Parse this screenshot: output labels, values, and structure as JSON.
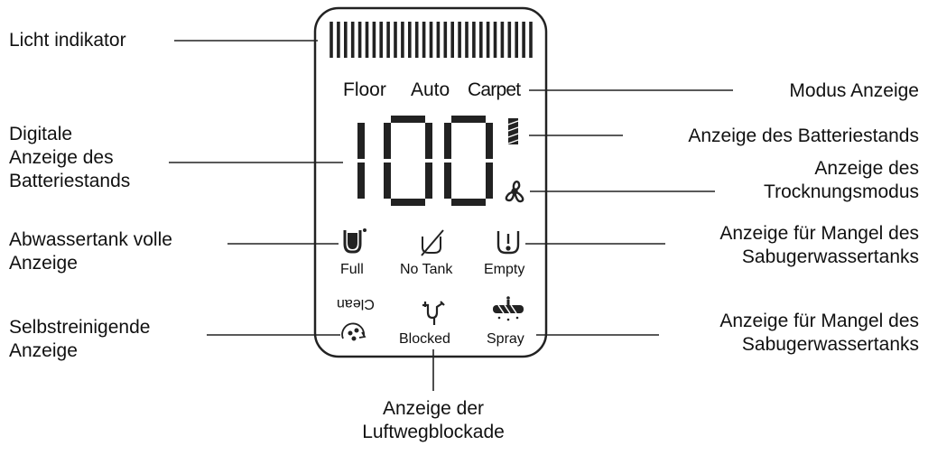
{
  "callouts": {
    "light_indicator": [
      "Licht indikator"
    ],
    "digital_battery": [
      "Digitale",
      "Anzeige des",
      "Batteriestands"
    ],
    "wastewater_full": [
      "Abwassertank volle",
      "Anzeige"
    ],
    "self_cleaning": [
      "Selbstreinigende",
      "Anzeige"
    ],
    "mode": [
      "Modus Anzeige"
    ],
    "battery_level": [
      "Anzeige des Batteriestands"
    ],
    "drying_mode": [
      "Anzeige des",
      "Trocknungsmodus"
    ],
    "water_shortage_1": [
      "Anzeige für Mangel des",
      "Sabugerwassertanks"
    ],
    "water_shortage_2": [
      "Anzeige für Mangel des",
      "Sabugerwassertanks"
    ],
    "airway_blockage": [
      "Anzeige der",
      "Luftwegblockade"
    ]
  },
  "display": {
    "modes": [
      "Floor",
      "Auto",
      "Carpet"
    ],
    "digits": "100",
    "icons": {
      "full": "Full",
      "no_tank": "No Tank",
      "empty": "Empty",
      "clean": "Clean",
      "blocked": "Blocked",
      "spray": "Spray"
    }
  }
}
